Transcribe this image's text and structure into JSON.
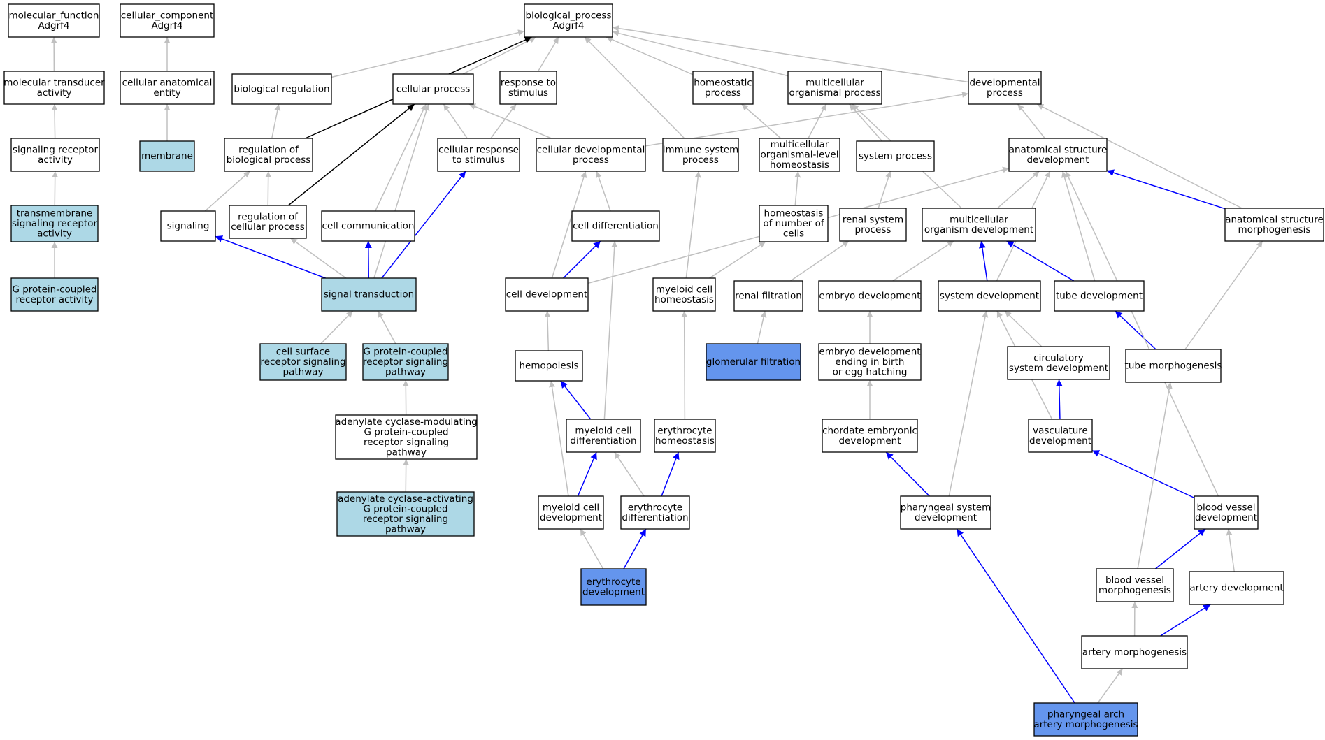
{
  "colors": {
    "plain_node": "#ffffff",
    "annotated_node": "#add8e6",
    "query_node": "#6495ed",
    "gray_edge": "#c0c0c0",
    "blue_edge": "#0000ff",
    "black_edge": "#000000"
  },
  "nodes": [
    {
      "id": "mf",
      "lines": [
        "molecular_function",
        "Adgrf4"
      ],
      "type": "plain"
    },
    {
      "id": "cc",
      "lines": [
        "cellular_component",
        "Adgrf4"
      ],
      "type": "plain"
    },
    {
      "id": "bp",
      "lines": [
        "biological_process",
        "Adgrf4"
      ],
      "type": "plain"
    },
    {
      "id": "mta",
      "lines": [
        "molecular transducer",
        "activity"
      ],
      "type": "plain"
    },
    {
      "id": "cae",
      "lines": [
        "cellular anatomical",
        "entity"
      ],
      "type": "plain"
    },
    {
      "id": "breg",
      "lines": [
        "biological regulation"
      ],
      "type": "plain"
    },
    {
      "id": "cproc",
      "lines": [
        "cellular process"
      ],
      "type": "plain"
    },
    {
      "id": "rstim",
      "lines": [
        "response to",
        "stimulus"
      ],
      "type": "plain"
    },
    {
      "id": "homproc",
      "lines": [
        "homeostatic",
        "process"
      ],
      "type": "plain"
    },
    {
      "id": "mop",
      "lines": [
        "multicellular",
        "organismal process"
      ],
      "type": "plain"
    },
    {
      "id": "devproc",
      "lines": [
        "developmental",
        "process"
      ],
      "type": "plain"
    },
    {
      "id": "sra",
      "lines": [
        "signaling receptor",
        "activity"
      ],
      "type": "plain"
    },
    {
      "id": "membrane",
      "lines": [
        "membrane"
      ],
      "type": "annotated"
    },
    {
      "id": "rbp",
      "lines": [
        "regulation of",
        "biological process"
      ],
      "type": "plain"
    },
    {
      "id": "crs",
      "lines": [
        "cellular response",
        "to stimulus"
      ],
      "type": "plain"
    },
    {
      "id": "cdp",
      "lines": [
        "cellular developmental",
        "process"
      ],
      "type": "plain"
    },
    {
      "id": "isp",
      "lines": [
        "immune system",
        "process"
      ],
      "type": "plain"
    },
    {
      "id": "moh",
      "lines": [
        "multicellular",
        "organismal-level",
        "homeostasis"
      ],
      "type": "plain"
    },
    {
      "id": "sysproc",
      "lines": [
        "system process"
      ],
      "type": "plain"
    },
    {
      "id": "asd",
      "lines": [
        "anatomical structure",
        "development"
      ],
      "type": "plain"
    },
    {
      "id": "tsra",
      "lines": [
        "transmembrane",
        "signaling receptor",
        "activity"
      ],
      "type": "annotated"
    },
    {
      "id": "signaling",
      "lines": [
        "signaling"
      ],
      "type": "plain"
    },
    {
      "id": "rcp",
      "lines": [
        "regulation of",
        "cellular process"
      ],
      "type": "plain"
    },
    {
      "id": "ccomm",
      "lines": [
        "cell communication"
      ],
      "type": "plain"
    },
    {
      "id": "cdiff",
      "lines": [
        "cell differentiation"
      ],
      "type": "plain"
    },
    {
      "id": "hnc",
      "lines": [
        "homeostasis",
        "of number of",
        "cells"
      ],
      "type": "plain"
    },
    {
      "id": "rsp",
      "lines": [
        "renal system",
        "process"
      ],
      "type": "plain"
    },
    {
      "id": "mod",
      "lines": [
        "multicellular",
        "organism development"
      ],
      "type": "plain"
    },
    {
      "id": "asm",
      "lines": [
        "anatomical structure",
        "morphogenesis"
      ],
      "type": "plain"
    },
    {
      "id": "gpcra",
      "lines": [
        "G protein-coupled",
        "receptor activity"
      ],
      "type": "annotated"
    },
    {
      "id": "st",
      "lines": [
        "signal transduction"
      ],
      "type": "annotated"
    },
    {
      "id": "celldev",
      "lines": [
        "cell development"
      ],
      "type": "plain"
    },
    {
      "id": "mch",
      "lines": [
        "myeloid cell",
        "homeostasis"
      ],
      "type": "plain"
    },
    {
      "id": "rf",
      "lines": [
        "renal filtration"
      ],
      "type": "plain"
    },
    {
      "id": "embdev",
      "lines": [
        "embryo development"
      ],
      "type": "plain"
    },
    {
      "id": "sysdev",
      "lines": [
        "system development"
      ],
      "type": "plain"
    },
    {
      "id": "tubedev",
      "lines": [
        "tube development"
      ],
      "type": "plain"
    },
    {
      "id": "csrsp",
      "lines": [
        "cell surface",
        "receptor signaling",
        "pathway"
      ],
      "type": "annotated"
    },
    {
      "id": "gpcrsp",
      "lines": [
        "G protein-coupled",
        "receptor signaling",
        "pathway"
      ],
      "type": "annotated"
    },
    {
      "id": "hemo",
      "lines": [
        "hemopoiesis"
      ],
      "type": "plain"
    },
    {
      "id": "gf",
      "lines": [
        "glomerular filtration"
      ],
      "type": "query"
    },
    {
      "id": "edeb",
      "lines": [
        "embryo development",
        "ending in birth",
        "or egg hatching"
      ],
      "type": "plain"
    },
    {
      "id": "csd",
      "lines": [
        "circulatory",
        "system development"
      ],
      "type": "plain"
    },
    {
      "id": "tubemorph",
      "lines": [
        "tube morphogenesis"
      ],
      "type": "plain"
    },
    {
      "id": "acm",
      "lines": [
        "adenylate cyclase-modulating",
        "G protein-coupled",
        "receptor signaling",
        "pathway"
      ],
      "type": "plain"
    },
    {
      "id": "mcd",
      "lines": [
        "myeloid cell",
        "differentiation"
      ],
      "type": "plain"
    },
    {
      "id": "eh",
      "lines": [
        "erythrocyte",
        "homeostasis"
      ],
      "type": "plain"
    },
    {
      "id": "ced",
      "lines": [
        "chordate embryonic",
        "development"
      ],
      "type": "plain"
    },
    {
      "id": "vd",
      "lines": [
        "vasculature",
        "development"
      ],
      "type": "plain"
    },
    {
      "id": "aca",
      "lines": [
        "adenylate cyclase-activating",
        "G protein-coupled",
        "receptor signaling",
        "pathway"
      ],
      "type": "annotated"
    },
    {
      "id": "mcdev",
      "lines": [
        "myeloid cell",
        "development"
      ],
      "type": "plain"
    },
    {
      "id": "ediff",
      "lines": [
        "erythrocyte",
        "differentiation"
      ],
      "type": "plain"
    },
    {
      "id": "psd",
      "lines": [
        "pharyngeal system",
        "development"
      ],
      "type": "plain"
    },
    {
      "id": "bvd",
      "lines": [
        "blood vessel",
        "development"
      ],
      "type": "plain"
    },
    {
      "id": "erydev",
      "lines": [
        "erythrocyte",
        "development"
      ],
      "type": "query"
    },
    {
      "id": "bvm",
      "lines": [
        "blood vessel",
        "morphogenesis"
      ],
      "type": "plain"
    },
    {
      "id": "artdev",
      "lines": [
        "artery development"
      ],
      "type": "plain"
    },
    {
      "id": "artmorph",
      "lines": [
        "artery morphogenesis"
      ],
      "type": "plain"
    },
    {
      "id": "paam",
      "lines": [
        "pharyngeal arch",
        "artery morphogenesis"
      ],
      "type": "query"
    }
  ],
  "edges": [
    {
      "from": "mta",
      "to": "mf",
      "color": "gray"
    },
    {
      "from": "sra",
      "to": "mta",
      "color": "gray"
    },
    {
      "from": "tsra",
      "to": "sra",
      "color": "gray"
    },
    {
      "from": "gpcra",
      "to": "tsra",
      "color": "gray"
    },
    {
      "from": "cae",
      "to": "cc",
      "color": "gray"
    },
    {
      "from": "membrane",
      "to": "cae",
      "color": "gray"
    },
    {
      "from": "breg",
      "to": "bp",
      "color": "gray"
    },
    {
      "from": "cproc",
      "to": "bp",
      "color": "gray"
    },
    {
      "from": "rstim",
      "to": "bp",
      "color": "gray"
    },
    {
      "from": "homproc",
      "to": "bp",
      "color": "gray"
    },
    {
      "from": "mop",
      "to": "bp",
      "color": "gray"
    },
    {
      "from": "devproc",
      "to": "bp",
      "color": "gray"
    },
    {
      "from": "isp",
      "to": "bp",
      "color": "gray"
    },
    {
      "from": "rbp",
      "to": "bp",
      "color": "black"
    },
    {
      "from": "rbp",
      "to": "breg",
      "color": "gray"
    },
    {
      "from": "crs",
      "to": "cproc",
      "color": "gray"
    },
    {
      "from": "crs",
      "to": "rstim",
      "color": "gray"
    },
    {
      "from": "cdp",
      "to": "cproc",
      "color": "gray"
    },
    {
      "from": "cdp",
      "to": "devproc",
      "color": "gray"
    },
    {
      "from": "moh",
      "to": "homproc",
      "color": "gray"
    },
    {
      "from": "moh",
      "to": "mop",
      "color": "gray"
    },
    {
      "from": "sysproc",
      "to": "mop",
      "color": "gray"
    },
    {
      "from": "asd",
      "to": "devproc",
      "color": "gray"
    },
    {
      "from": "signaling",
      "to": "rbp",
      "color": "gray"
    },
    {
      "from": "rcp",
      "to": "rbp",
      "color": "gray"
    },
    {
      "from": "rcp",
      "to": "cproc",
      "color": "black"
    },
    {
      "from": "ccomm",
      "to": "cproc",
      "color": "gray"
    },
    {
      "from": "cdiff",
      "to": "cdp",
      "color": "gray"
    },
    {
      "from": "hnc",
      "to": "moh",
      "color": "gray"
    },
    {
      "from": "rsp",
      "to": "sysproc",
      "color": "gray"
    },
    {
      "from": "mod",
      "to": "mop",
      "color": "gray"
    },
    {
      "from": "mod",
      "to": "asd",
      "color": "gray"
    },
    {
      "from": "asm",
      "to": "devproc",
      "color": "gray"
    },
    {
      "from": "asm",
      "to": "asd",
      "color": "blue"
    },
    {
      "from": "st",
      "to": "signaling",
      "color": "blue"
    },
    {
      "from": "st",
      "to": "rcp",
      "color": "gray"
    },
    {
      "from": "st",
      "to": "ccomm",
      "color": "blue"
    },
    {
      "from": "st",
      "to": "crs",
      "color": "blue"
    },
    {
      "from": "st",
      "to": "cproc",
      "color": "gray"
    },
    {
      "from": "celldev",
      "to": "cdp",
      "color": "gray"
    },
    {
      "from": "celldev",
      "to": "cdiff",
      "color": "blue"
    },
    {
      "from": "celldev",
      "to": "asd",
      "color": "gray"
    },
    {
      "from": "mch",
      "to": "isp",
      "color": "gray"
    },
    {
      "from": "mch",
      "to": "hnc",
      "color": "gray"
    },
    {
      "from": "rf",
      "to": "rsp",
      "color": "gray"
    },
    {
      "from": "embdev",
      "to": "mod",
      "color": "gray"
    },
    {
      "from": "sysdev",
      "to": "mod",
      "color": "blue"
    },
    {
      "from": "sysdev",
      "to": "asd",
      "color": "gray"
    },
    {
      "from": "tubedev",
      "to": "mod",
      "color": "blue"
    },
    {
      "from": "tubedev",
      "to": "asd",
      "color": "gray"
    },
    {
      "from": "csrsp",
      "to": "st",
      "color": "gray"
    },
    {
      "from": "gpcrsp",
      "to": "st",
      "color": "gray"
    },
    {
      "from": "hemo",
      "to": "celldev",
      "color": "gray"
    },
    {
      "from": "gf",
      "to": "rf",
      "color": "gray"
    },
    {
      "from": "edeb",
      "to": "embdev",
      "color": "gray"
    },
    {
      "from": "csd",
      "to": "sysdev",
      "color": "gray"
    },
    {
      "from": "tubemorph",
      "to": "tubedev",
      "color": "blue"
    },
    {
      "from": "tubemorph",
      "to": "asm",
      "color": "gray"
    },
    {
      "from": "acm",
      "to": "gpcrsp",
      "color": "gray"
    },
    {
      "from": "mcd",
      "to": "hemo",
      "color": "blue"
    },
    {
      "from": "mcd",
      "to": "cdiff",
      "color": "gray"
    },
    {
      "from": "eh",
      "to": "mch",
      "color": "gray"
    },
    {
      "from": "ced",
      "to": "edeb",
      "color": "gray"
    },
    {
      "from": "vd",
      "to": "csd",
      "color": "blue"
    },
    {
      "from": "vd",
      "to": "sysdev",
      "color": "gray"
    },
    {
      "from": "aca",
      "to": "acm",
      "color": "gray"
    },
    {
      "from": "mcdev",
      "to": "mcd",
      "color": "blue"
    },
    {
      "from": "mcdev",
      "to": "hemo",
      "color": "gray"
    },
    {
      "from": "ediff",
      "to": "mcd",
      "color": "gray"
    },
    {
      "from": "ediff",
      "to": "eh",
      "color": "blue"
    },
    {
      "from": "psd",
      "to": "ced",
      "color": "blue"
    },
    {
      "from": "psd",
      "to": "sysdev",
      "color": "gray"
    },
    {
      "from": "bvd",
      "to": "vd",
      "color": "blue"
    },
    {
      "from": "bvd",
      "to": "asd",
      "color": "gray"
    },
    {
      "from": "erydev",
      "to": "mcdev",
      "color": "gray"
    },
    {
      "from": "erydev",
      "to": "ediff",
      "color": "blue"
    },
    {
      "from": "bvm",
      "to": "bvd",
      "color": "blue"
    },
    {
      "from": "bvm",
      "to": "tubemorph",
      "color": "gray"
    },
    {
      "from": "artdev",
      "to": "bvd",
      "color": "gray"
    },
    {
      "from": "artmorph",
      "to": "bvm",
      "color": "gray"
    },
    {
      "from": "artmorph",
      "to": "artdev",
      "color": "blue"
    },
    {
      "from": "paam",
      "to": "artmorph",
      "color": "gray"
    },
    {
      "from": "paam",
      "to": "psd",
      "color": "blue"
    }
  ]
}
